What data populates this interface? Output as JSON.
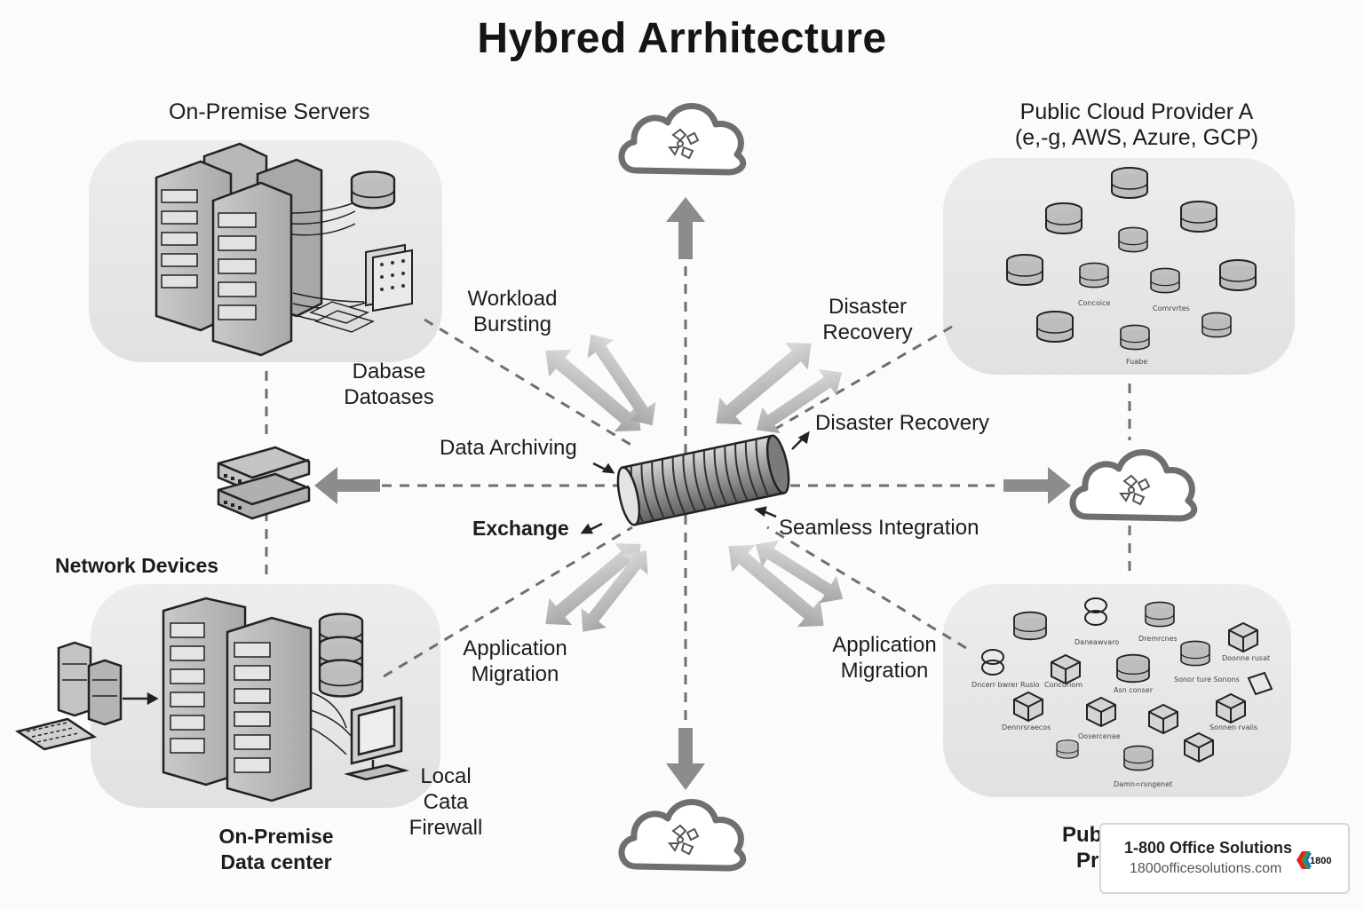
{
  "title": "Hybred Arrhitecture",
  "labels": {
    "on_premise_servers": "On-Premise Servers",
    "public_cloud_a_line1": "Public Cloud Provider A",
    "public_cloud_a_line2": "(e,-g, AWS, Azure, GCP)",
    "workload_bursting_1": "Workload",
    "workload_bursting_2": "Bursting",
    "disaster_recovery_upper_1": "Disaster",
    "disaster_recovery_upper_2": "Recovery",
    "dabase_1": "Dabase",
    "dabase_2": "Datoases",
    "disaster_recovery_mid": "Disaster Recovery",
    "data_archiving": "Data Archiving",
    "exchange": "Exchange",
    "seamless_integration": "Seamless Integration",
    "network_devices": "Network Devices",
    "app_migration_left_1": "Application",
    "app_migration_left_2": "Migration",
    "app_migration_right_1": "Application",
    "app_migration_right_2": "Migration",
    "local_1": "Local",
    "local_2": "Cata",
    "local_3": "Firewall",
    "datacenter_1": "On-Premise",
    "datacenter_2": "Data center",
    "public_cloud_b_1": "Pub",
    "public_cloud_b_2": "Pr"
  },
  "cloud_a_items": [
    "Concoice",
    "Comrvrtes",
    "Fuabe"
  ],
  "cloud_b_items": [
    "Daneawvaro",
    "Dremrcnes",
    "Doonne rusat",
    "Dncerr bwrer Ruslo",
    "Concoriom",
    "Asn conser",
    "Sonor ture Sonons",
    "Dennrsraecos",
    "Oosercenae",
    "Sonnen rvalis",
    "Damn=rsngenet"
  ],
  "watermark": {
    "name": "1-800 Office Solutions",
    "url": "1800officesolutions.com",
    "logo_text": "1800"
  },
  "colors": {
    "panel": "#e9e9e9",
    "arrow": "#8c8c8c",
    "dash": "#6f6f6f",
    "icon_stroke": "#222222"
  },
  "icons": [
    "server-rack-icon",
    "database-icon",
    "cloud-icon",
    "network-switch-icon",
    "keyboard-icon",
    "monitor-icon",
    "data-tunnel-icon"
  ]
}
